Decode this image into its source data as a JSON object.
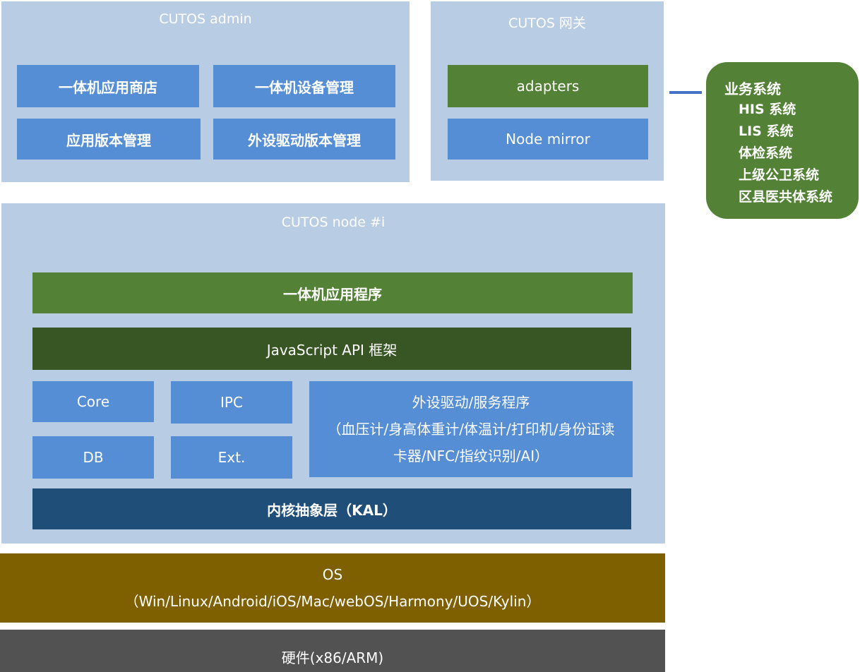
{
  "admin": {
    "title": "CUTOS admin",
    "modules": [
      "一体机应用商店",
      "一体机设备管理",
      "应用版本管理",
      "外设驱动版本管理"
    ]
  },
  "gateway": {
    "title": "CUTOS  网关",
    "modules": [
      "adapters",
      "Node mirror"
    ]
  },
  "business": {
    "title": "业务系统",
    "systems": [
      "HIS 系统",
      "LIS 系统",
      "体检系统",
      "上级公卫系统",
      "区县医共体系统"
    ]
  },
  "node": {
    "title": "CUTOS node #i",
    "app_layer": "一体机应用程序",
    "js_framework": "JavaScript API 框架",
    "core": "Core",
    "ipc": "IPC",
    "db": "DB",
    "ext": "Ext.",
    "drivers": {
      "line1": "外设驱动/服务程序",
      "line2": "（血压计/身高体重计/体温计/打印机/身份证读",
      "line3": "卡器/NFC/指纹识别/AI）"
    },
    "kal": "内核抽象层（KAL）"
  },
  "os": {
    "line1": "OS",
    "line2": "（Win/Linux/Android/iOS/Mac/webOS/Harmony/UOS/Kylin）"
  },
  "hardware": {
    "label": "硬件(x86/ARM)"
  },
  "colors": {
    "panel": "#b8cce4",
    "blue": "#558ed5",
    "green": "#538135",
    "dark_green": "#375623",
    "navy": "#1f4e79",
    "olive": "#7f6000",
    "gray": "#525252"
  }
}
